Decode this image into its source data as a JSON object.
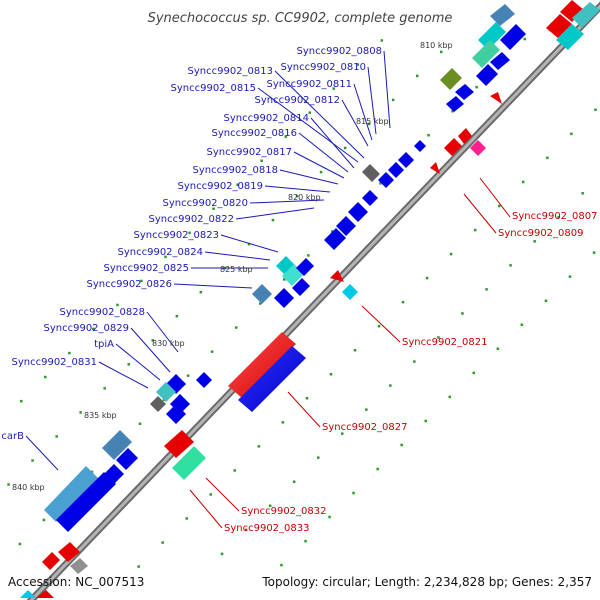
{
  "title": "Synechococcus sp. CC9902, complete genome",
  "footer": {
    "accession": "Accession: NC_007513",
    "summary": "Topology: circular; Length: 2,234,828 bp; Genes: 2,357"
  },
  "scale_labels": [
    "810 kbp",
    "815 kbp",
    "820 kbp",
    "825 kbp",
    "830 kbp",
    "835 kbp",
    "840 kbp"
  ],
  "forward_gene_labels": [
    "Syncc9902_0808",
    "Syncc9902_0810",
    "Syncc9902_0811",
    "Syncc9902_0812",
    "Syncc9902_0813",
    "Syncc9902_0815",
    "Syncc9902_0814",
    "Syncc9902_0816",
    "Syncc9902_0817",
    "Syncc9902_0818",
    "Syncc9902_0819",
    "Syncc9902_0820",
    "Syncc9902_0822",
    "Syncc9902_0823",
    "Syncc9902_0824",
    "Syncc9902_0825",
    "Syncc9902_0826",
    "Syncc9902_0828",
    "Syncc9902_0829",
    "tpiA",
    "Syncc9902_0831",
    "carB"
  ],
  "reverse_gene_labels": [
    "Syncc9902_0807",
    "Syncc9902_0809",
    "Syncc9902_0821",
    "Syncc9902_0827",
    "Syncc9902_0832",
    "Syncc9902_0833"
  ],
  "colors": {
    "forward": "#0000e6",
    "reverse": "#e60000",
    "label_forward": "#1a1ab4",
    "label_reverse": "#c80000",
    "backbone": "#909090",
    "tick": "#2e9a2e"
  }
}
